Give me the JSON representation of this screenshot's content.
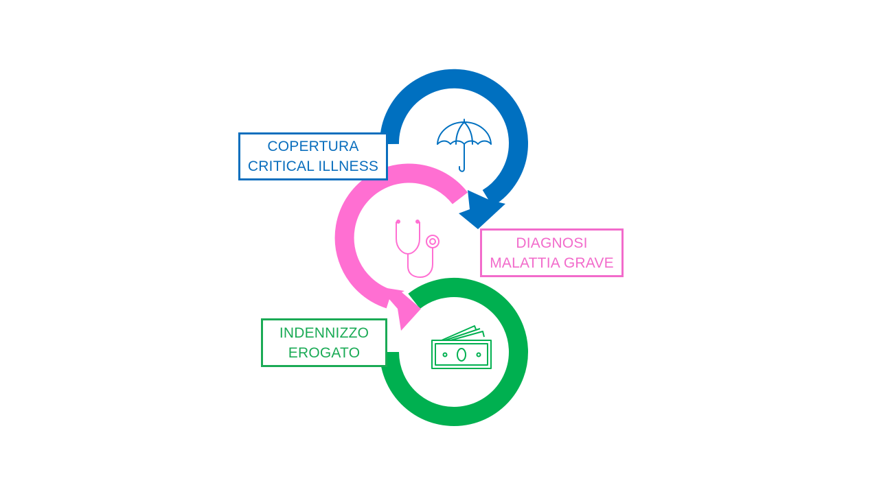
{
  "colors": {
    "blue": "#0070C0",
    "pink": "#FF6FD2",
    "green": "#00B050",
    "label_blue": "#0A6EBD",
    "label_pink": "#F26BCB",
    "label_green": "#1AAA55"
  },
  "steps": [
    {
      "icon": "umbrella-icon",
      "color": "blue",
      "label_lines": [
        "COPERTURA",
        "CRITICAL ILLNESS"
      ]
    },
    {
      "icon": "stethoscope-icon",
      "color": "pink",
      "label_lines": [
        "DIAGNOSI",
        "MALATTIA GRAVE"
      ]
    },
    {
      "icon": "money-icon",
      "color": "green",
      "label_lines": [
        "INDENNIZZO",
        "EROGATO"
      ]
    }
  ]
}
